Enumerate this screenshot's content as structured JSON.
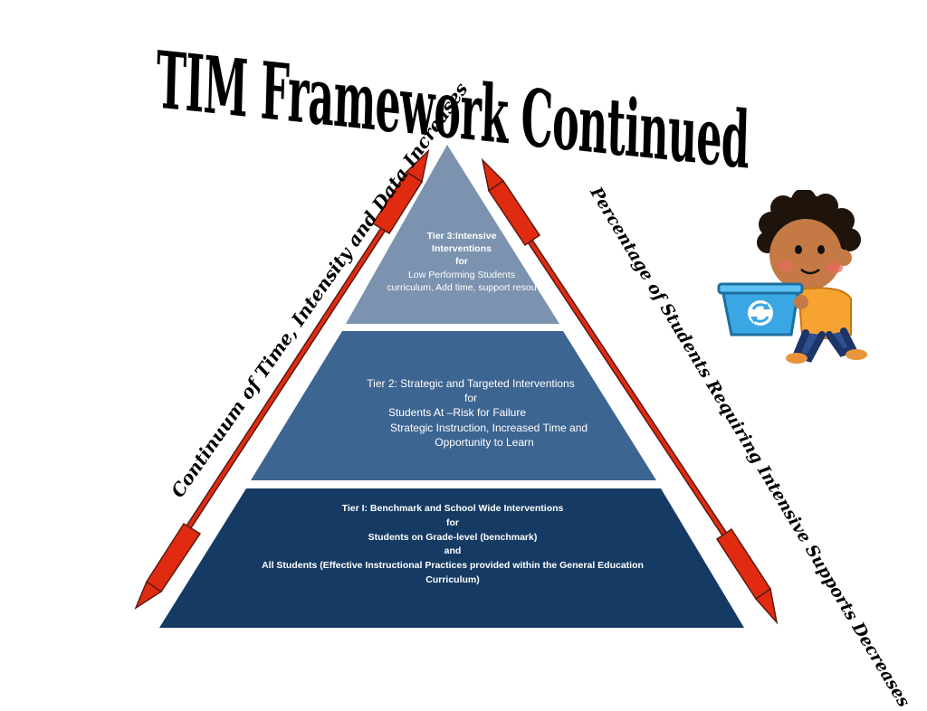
{
  "title": "TIM Framework Continued",
  "left_arrow_label": "Continuum of Time, Intensity and Data Increases",
  "right_arrow_label": "Percentage of Students Requiring Intensive Supports Decreases",
  "tiers": [
    {
      "id": "tier3",
      "lines": [
        "Tier 3:Intensive",
        "Interventions",
        "for",
        "Low Performing Students",
        "curriculum, Add time, support resou"
      ],
      "color": "#7c93b0"
    },
    {
      "id": "tier2",
      "lines": [
        "Tier 2: Strategic and Targeted Interventions",
        "for",
        "Students At –Risk for Failure",
        "Strategic Instruction, Increased Time and",
        "Opportunity to Learn"
      ],
      "color": "#3d6592"
    },
    {
      "id": "tier1",
      "lines": [
        "Tier I: Benchmark and School Wide Interventions",
        "for",
        "Students on Grade-level (benchmark)",
        "and",
        "All Students (Effective Instructional Practices provided within the General Education",
        "Curriculum)"
      ],
      "color": "#153b64"
    }
  ],
  "colors": {
    "arrow": "#e02b10",
    "arrow_outline": "#5a1a10",
    "bin": "#3aa6e3",
    "shirt": "#f6a332",
    "skin": "#c57a45",
    "hair": "#1f140c"
  },
  "icons": [
    "recycle-bin-icon",
    "child-illustration"
  ]
}
